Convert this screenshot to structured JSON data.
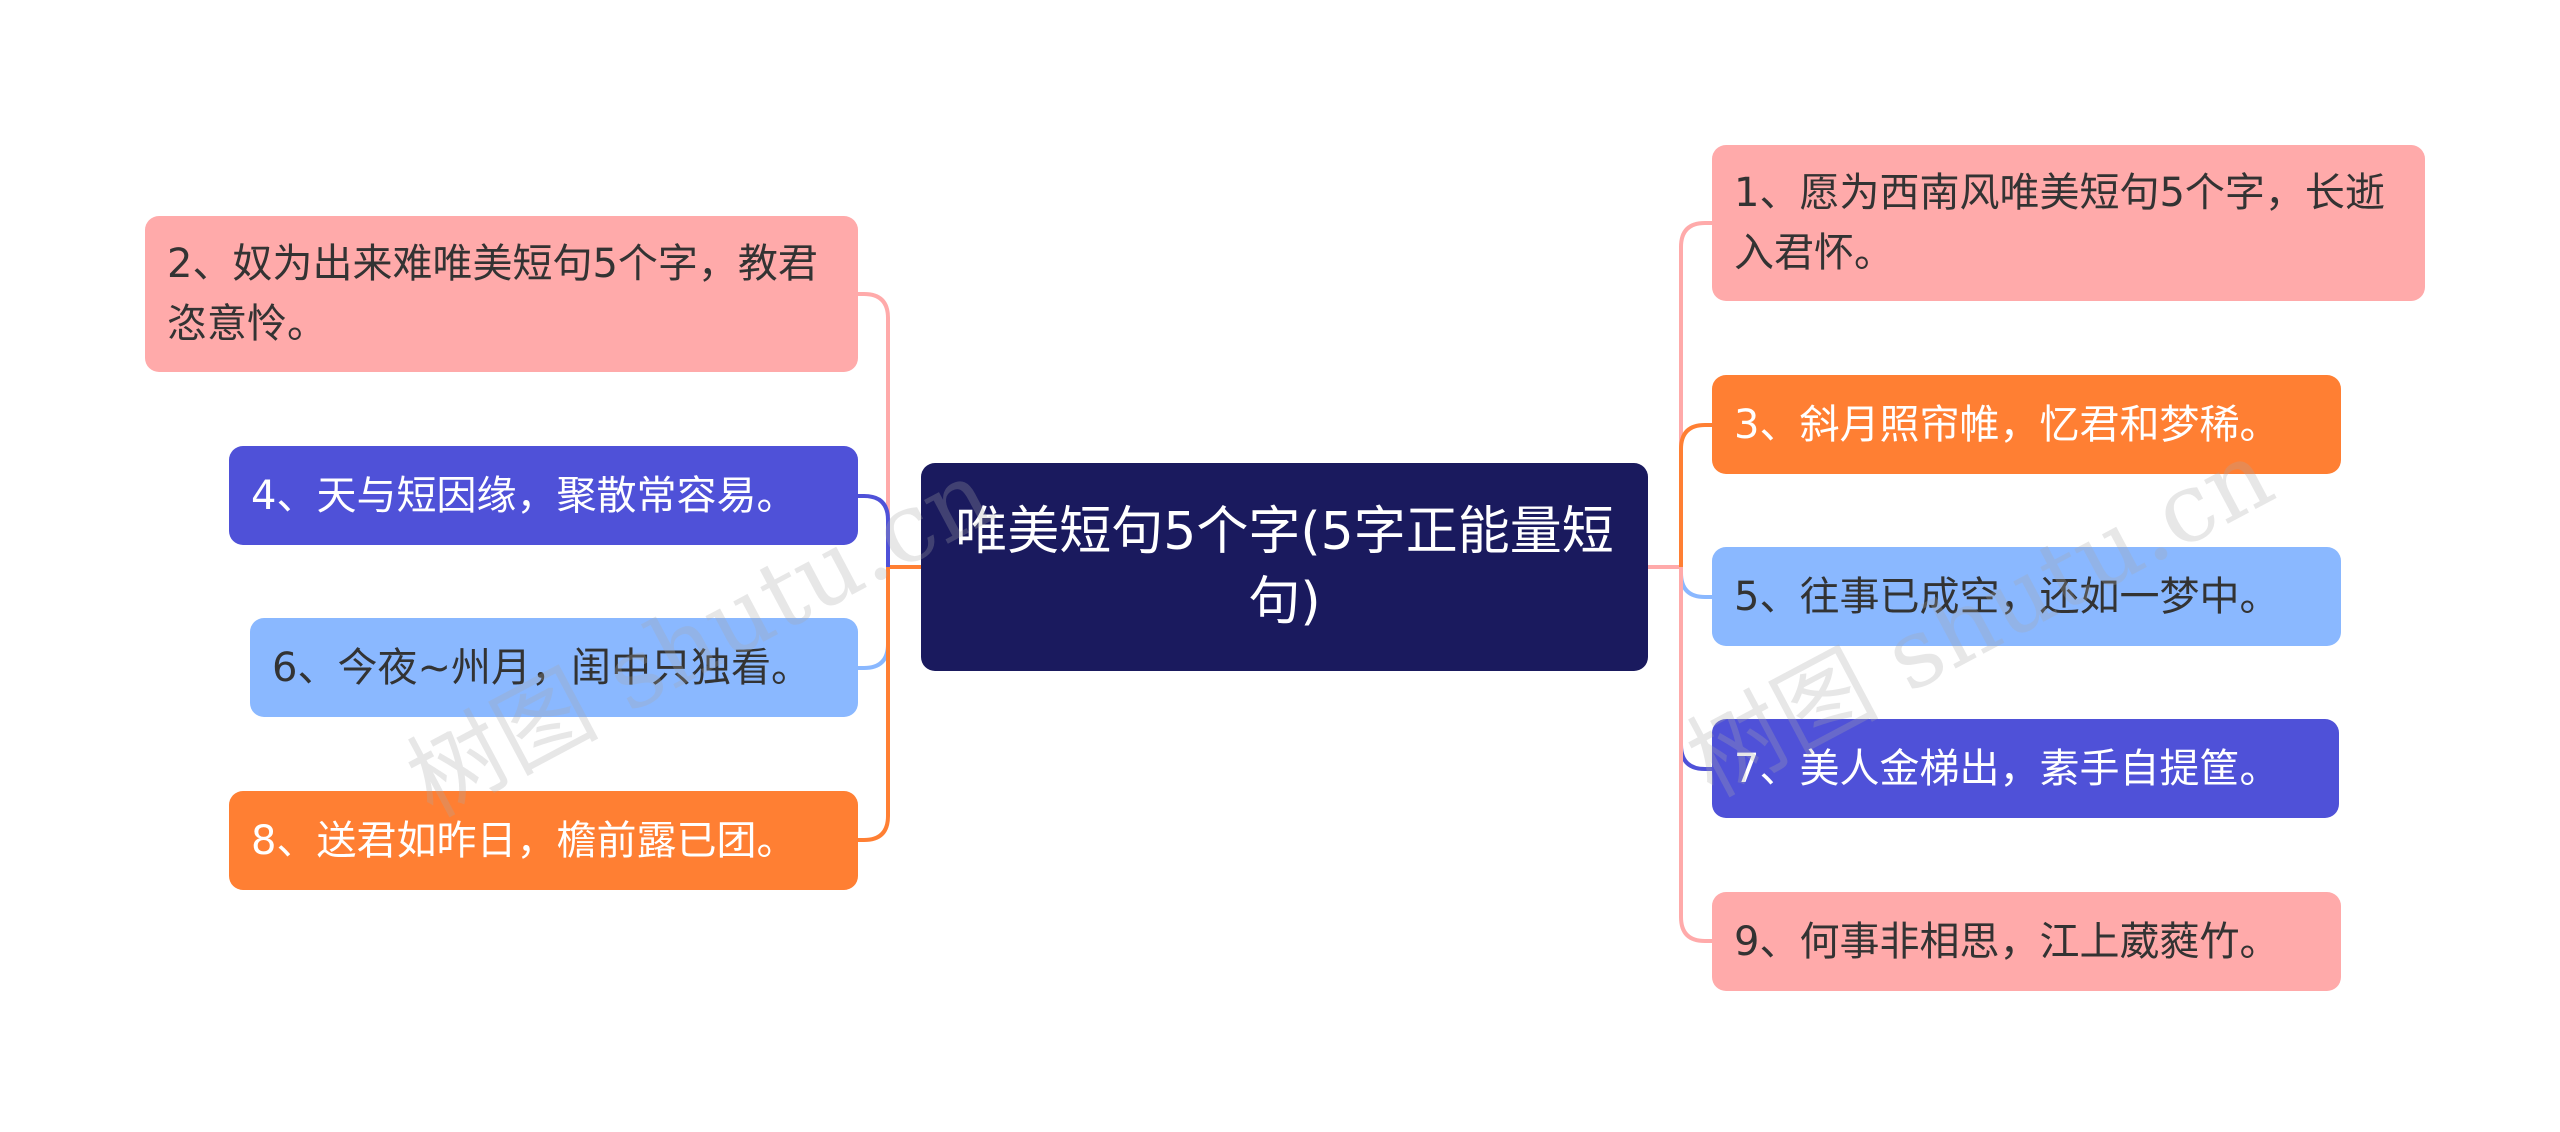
{
  "central_topic": "唯美短句5个字(5字正能量短句)",
  "left_branches": [
    {
      "text": "2、奴为出来难唯美短句5个字，教君恣意怜。",
      "color": "#ffaaaa"
    },
    {
      "text": "4、天与短因缘，聚散常容易。",
      "color": "#4f51d8"
    },
    {
      "text": "6、今夜~州月，闺中只独看。",
      "color": "#8ab8ff"
    },
    {
      "text": "8、送君如昨日，檐前露已团。",
      "color": "#ff7f33"
    }
  ],
  "right_branches": [
    {
      "text": "1、愿为西南风唯美短句5个字，长逝入君怀。",
      "color": "#ffaaaa"
    },
    {
      "text": "3、斜月照帘帷，忆君和梦稀。",
      "color": "#ff7f33"
    },
    {
      "text": "5、往事已成空，还如一梦中。",
      "color": "#8ab8ff"
    },
    {
      "text": "7、美人金梯出，素手自提筐。",
      "color": "#4f51d8"
    },
    {
      "text": "9、何事非相思，江上葳蕤竹。",
      "color": "#ffaaaa"
    }
  ],
  "colors": {
    "central_bg": "#1a1a5e",
    "link_main_left": "#ff7f33",
    "link_main_right": "#ffaaaa"
  },
  "watermark": "树图 shutu.cn"
}
